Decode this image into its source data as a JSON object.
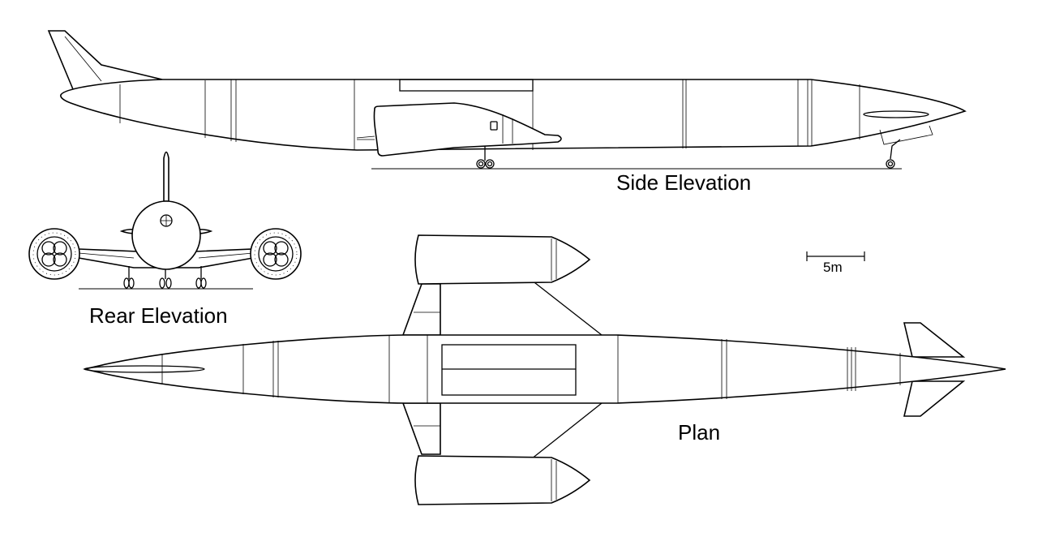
{
  "labels": {
    "side": "Side Elevation",
    "rear": "Rear Elevation",
    "plan": "Plan"
  },
  "scale_bar": {
    "label": "5m"
  }
}
